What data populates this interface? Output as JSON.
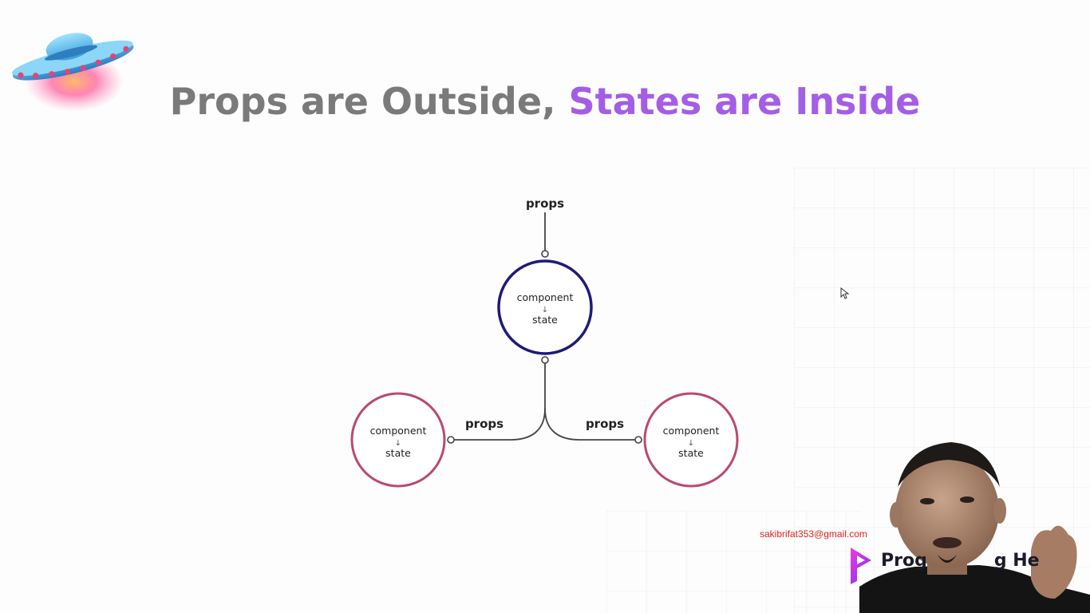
{
  "slide": {
    "title_part1": "Props are Outside, ",
    "title_part2": "States are Inside",
    "title_color_primary": "#7a7a7a",
    "title_color_accent": "#a45ee5"
  },
  "diagram": {
    "top_props_label": "props",
    "left_props_label": "props",
    "right_props_label": "props",
    "top_node": {
      "label_top": "component",
      "arrow": "↓",
      "label_bottom": "state",
      "color": "#1f1a7a"
    },
    "left_node": {
      "label_top": "component",
      "arrow": "↓",
      "label_bottom": "state",
      "color": "#b84a6e"
    },
    "right_node": {
      "label_top": "component",
      "arrow": "↓",
      "label_bottom": "state",
      "color": "#b84a6e"
    }
  },
  "overlay": {
    "email": "sakibrifat353@gmail.com",
    "brand_text": "Prog",
    "brand_text_tail": "g He"
  },
  "icons": {
    "ufo": "ufo-icon",
    "cursor": "mouse-cursor-icon",
    "brand": "programming-hero-logo-icon"
  }
}
